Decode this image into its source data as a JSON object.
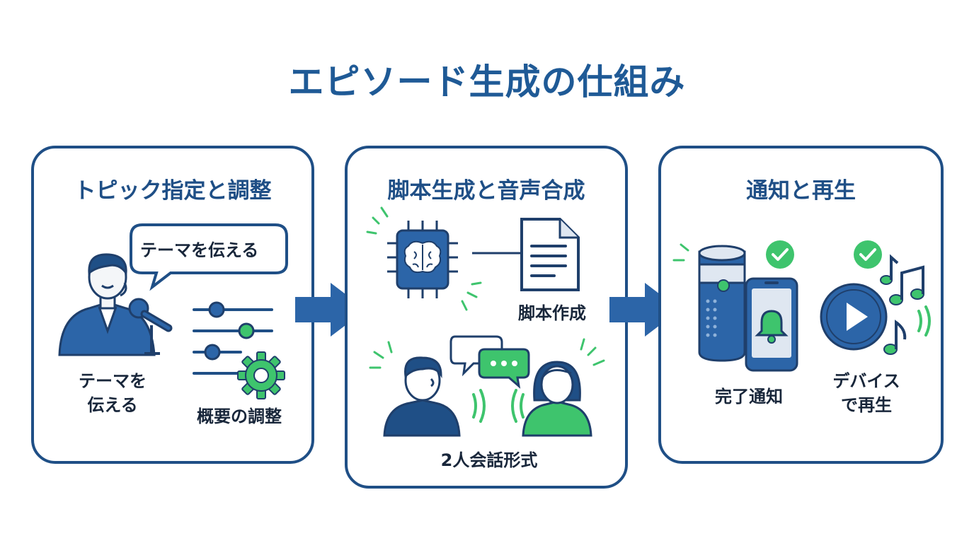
{
  "title": "エピソード生成の仕組み",
  "steps": [
    {
      "title": "トピック指定と調整",
      "bubble": "テーマを伝える",
      "label_left_line1": "テーマを",
      "label_left_line2": "伝える",
      "label_right": "概要の調整"
    },
    {
      "title": "脚本生成と音声合成",
      "label_script": "脚本作成",
      "label_dialogue": "2人会話形式"
    },
    {
      "title": "通知と再生",
      "label_notify": "完了通知",
      "label_play_line1": "デバイス",
      "label_play_line2": "で再生"
    }
  ],
  "colors": {
    "primary": "#1f4f86",
    "accent": "#2ebd6a",
    "title": "#1f5a96"
  }
}
